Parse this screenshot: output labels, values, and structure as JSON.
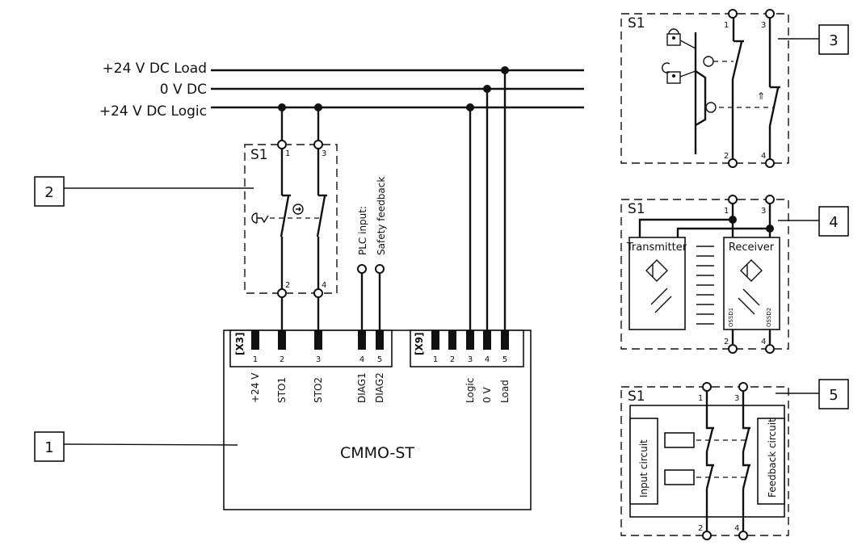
{
  "bus": {
    "load": "+24 V DC Load",
    "zero": "0 V DC",
    "logic": "+24 V DC Logic"
  },
  "callouts": [
    "1",
    "2",
    "3",
    "4",
    "5"
  ],
  "device": {
    "name": "CMMO-ST",
    "x3": {
      "label": "[X3]",
      "pins": [
        "1",
        "2",
        "3",
        "4",
        "5"
      ],
      "signals": [
        "+24 V",
        "STO1",
        "STO2",
        "DIAG1",
        "DIAG2"
      ]
    },
    "x9": {
      "label": "[X9]",
      "pins": [
        "1",
        "2",
        "3",
        "4",
        "5"
      ],
      "signals": [
        "Logic",
        "0 V",
        "Load"
      ]
    }
  },
  "plc": {
    "line1": "PLC input:",
    "line2": "Safety feedback"
  },
  "switch_main": {
    "tag": "S1",
    "terminals": [
      "1",
      "2",
      "3",
      "4"
    ]
  },
  "variant3": {
    "tag": "S1",
    "terminals": [
      "1",
      "2",
      "3",
      "4"
    ]
  },
  "variant4": {
    "tag": "S1",
    "terminals": [
      "1",
      "2",
      "3",
      "4"
    ],
    "transmitter": "Transmitter",
    "receiver": "Receiver",
    "ossd1": "OSSD1",
    "ossd2": "OSSD2"
  },
  "variant5": {
    "tag": "S1",
    "terminals": [
      "1",
      "2",
      "3",
      "4"
    ],
    "input": "Input circuit",
    "feedback": "Feedback circuit"
  }
}
